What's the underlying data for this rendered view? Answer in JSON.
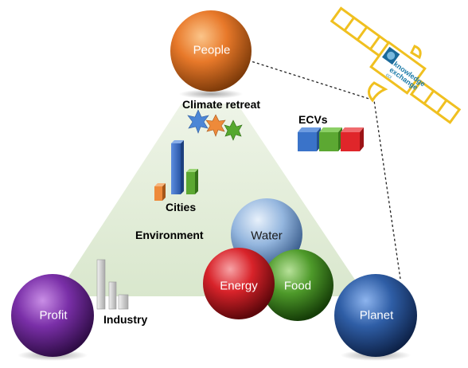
{
  "nodes": {
    "people": "People",
    "profit": "Profit",
    "planet": "Planet",
    "water": "Water",
    "energy": "Energy",
    "food": "Food"
  },
  "labels": {
    "climate_retreat": "Climate retreat",
    "ecvs": "ECVs",
    "cities": "Cities",
    "environment": "Environment",
    "industry": "Industry"
  },
  "logo": {
    "line1": "knowledge",
    "line2": "exchange",
    "line3": "cci"
  },
  "colors": {
    "people": "#e87a2a",
    "profit": "#7a2fa8",
    "planet": "#2f5ea6",
    "water": "#8fb3dd",
    "energy": "#d8232a",
    "food": "#4e9a2a",
    "triangle": "#dde9d3",
    "ecv_blue": "#3a73c9",
    "ecv_green": "#5ca832",
    "ecv_red": "#e0262a"
  }
}
